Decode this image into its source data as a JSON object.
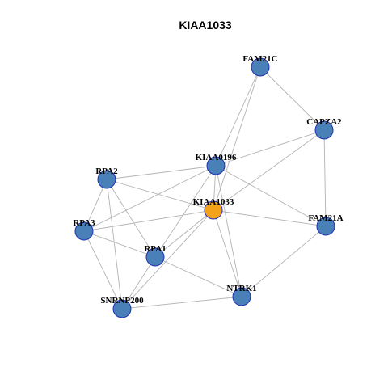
{
  "title": "KIAA1033",
  "colors": {
    "center_node": "#f5a21b",
    "neighbor_node": "#4a80b8",
    "node_border": "#1f2fb5",
    "edge": "#b3b3b3"
  },
  "center": "KIAA1033",
  "nodes": [
    {
      "id": "FAM21C"
    },
    {
      "id": "CAPZA2"
    },
    {
      "id": "KIAA0196"
    },
    {
      "id": "RPA2"
    },
    {
      "id": "KIAA1033"
    },
    {
      "id": "RPA3"
    },
    {
      "id": "FAM21A"
    },
    {
      "id": "RPA1"
    },
    {
      "id": "NTRK1"
    },
    {
      "id": "SNRNP200"
    }
  ],
  "edges": [
    [
      "FAM21C",
      "CAPZA2"
    ],
    [
      "FAM21C",
      "KIAA0196"
    ],
    [
      "FAM21C",
      "KIAA1033"
    ],
    [
      "CAPZA2",
      "KIAA0196"
    ],
    [
      "CAPZA2",
      "KIAA1033"
    ],
    [
      "CAPZA2",
      "FAM21A"
    ],
    [
      "KIAA0196",
      "RPA2"
    ],
    [
      "KIAA0196",
      "RPA3"
    ],
    [
      "KIAA0196",
      "KIAA1033"
    ],
    [
      "KIAA0196",
      "FAM21A"
    ],
    [
      "KIAA0196",
      "RPA1"
    ],
    [
      "KIAA0196",
      "NTRK1"
    ],
    [
      "RPA2",
      "KIAA1033"
    ],
    [
      "RPA2",
      "RPA3"
    ],
    [
      "RPA2",
      "RPA1"
    ],
    [
      "RPA2",
      "SNRNP200"
    ],
    [
      "KIAA1033",
      "RPA3"
    ],
    [
      "KIAA1033",
      "FAM21A"
    ],
    [
      "KIAA1033",
      "RPA1"
    ],
    [
      "KIAA1033",
      "NTRK1"
    ],
    [
      "KIAA1033",
      "SNRNP200"
    ],
    [
      "RPA3",
      "RPA1"
    ],
    [
      "RPA3",
      "SNRNP200"
    ],
    [
      "FAM21A",
      "NTRK1"
    ],
    [
      "RPA1",
      "NTRK1"
    ],
    [
      "RPA1",
      "SNRNP200"
    ],
    [
      "NTRK1",
      "SNRNP200"
    ]
  ]
}
